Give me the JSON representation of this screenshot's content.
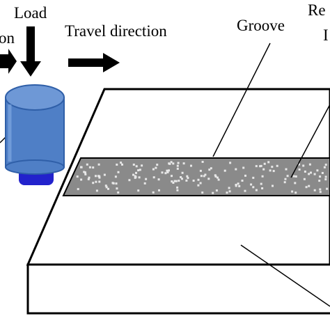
{
  "labels": {
    "load": "Load",
    "rotation_fragment": "on",
    "travel_direction": "Travel direction",
    "groove": "Groove",
    "reinforcement_fragment": "Re",
    "reinforcement_fragment_line2": "I"
  },
  "colors": {
    "tool_body": "#4f7fc6",
    "tool_body_dark": "#2f5fa8",
    "tool_top": "#6e98d6",
    "tool_pin": "#2020d0",
    "groove_fill": "#8a8a8a",
    "particles": "#e8e8e8",
    "plate_stroke": "#000000",
    "plate_fill": "#ffffff"
  }
}
